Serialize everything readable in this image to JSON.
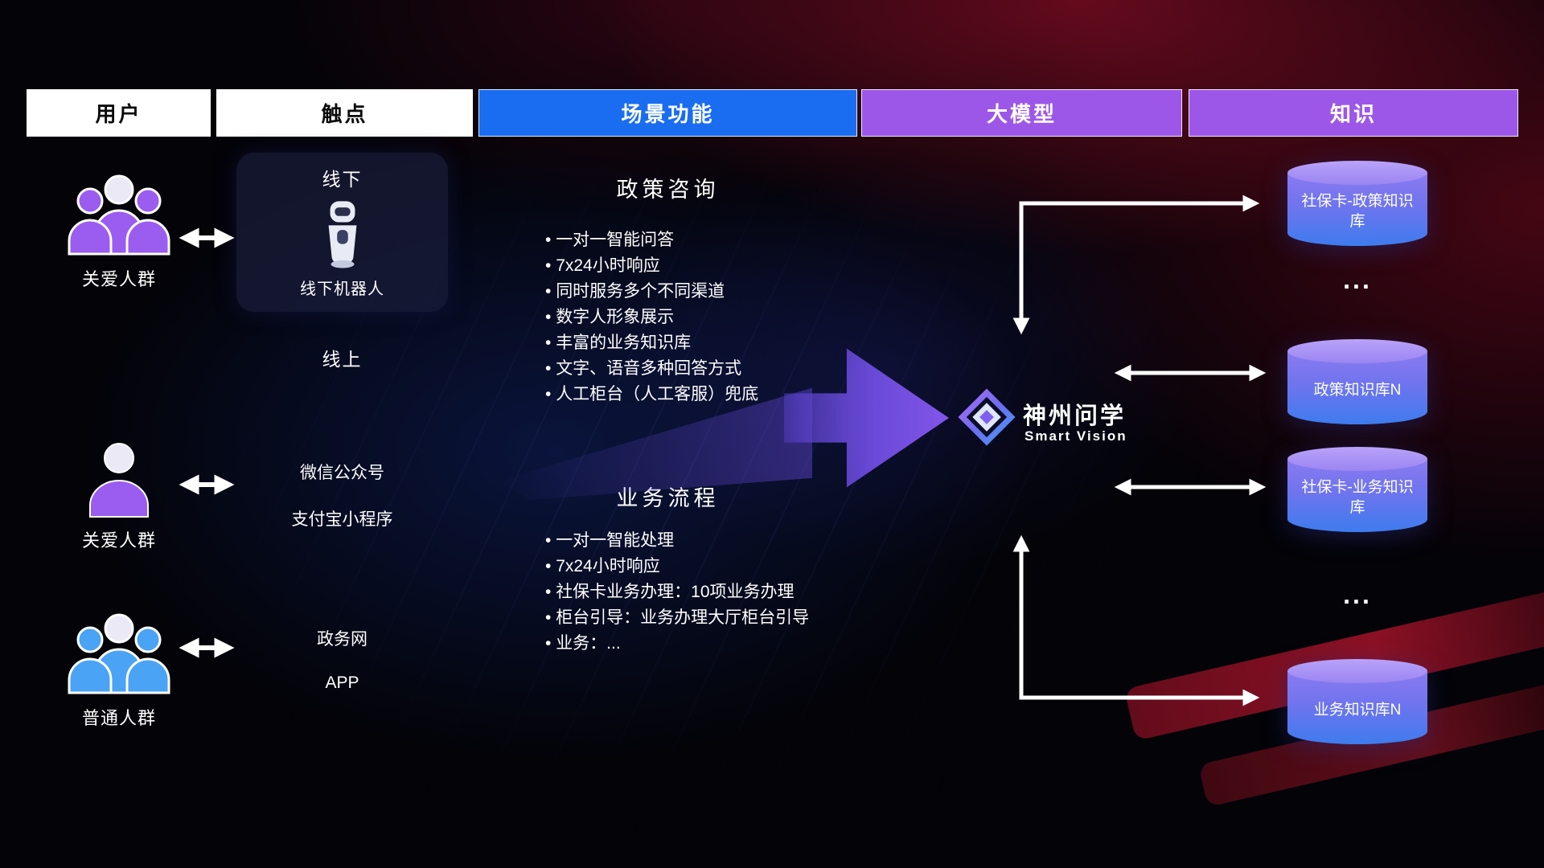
{
  "header": {
    "columns": [
      {
        "id": "users",
        "label": "用户"
      },
      {
        "id": "touchpoints",
        "label": "触点"
      },
      {
        "id": "scenarios",
        "label": "场景功能"
      },
      {
        "id": "model",
        "label": "大模型"
      },
      {
        "id": "knowledge",
        "label": "知识"
      }
    ]
  },
  "users": {
    "groups": [
      {
        "label": "关爱人群",
        "icon": "people-group-icon",
        "color": "#9b5cf0"
      },
      {
        "label": "关爱人群",
        "icon": "person-icon",
        "color": "#9b5cf0"
      },
      {
        "label": "普通人群",
        "icon": "people-group-icon",
        "color": "#4aa3f5"
      }
    ]
  },
  "touchpoints": {
    "offline": {
      "title": "线下",
      "robot_icon": "robot-icon",
      "caption": "线下机器人"
    },
    "online_title": "线上",
    "online_items": [
      "微信公众号",
      "支付宝小程序",
      "政务网",
      "APP"
    ]
  },
  "scenarios": {
    "policy": {
      "title": "政策咨询",
      "items": [
        "一对一智能问答",
        "7x24小时响应",
        "同时服务多个不同渠道",
        "数字人形象展示",
        "丰富的业务知识库",
        "文字、语音多种回答方式",
        "人工柜台（人工客服）兜底"
      ]
    },
    "business": {
      "title": "业务流程",
      "items": [
        "一对一智能处理",
        "7x24小时响应",
        "社保卡业务办理：10项业务办理",
        "柜台引导：业务办理大厅柜台引导",
        "业务：..."
      ]
    }
  },
  "model": {
    "brand": "神州问学",
    "subtitle": "Smart Vision"
  },
  "knowledge": {
    "databases": [
      {
        "label": "社保卡-政策知识库"
      },
      {
        "label": "政策知识库N"
      },
      {
        "label": "社保卡-业务知识库"
      },
      {
        "label": "业务知识库N"
      }
    ],
    "ellipsis": "..."
  },
  "colors": {
    "header_blue": "#1a6df0",
    "header_purple": "#9d57e8",
    "user_purple": "#9b5cf0",
    "user_blue": "#4aa3f5",
    "cylinder_top": "#b9a2f9",
    "cylinder_body_top": "#8b7af0",
    "cylinder_body_bottom": "#3e7cee",
    "big_arrow_purple": "#6a4ad8",
    "connector_white": "#ffffff",
    "bg_red_glow": "#9c1228",
    "bg_blue_glow": "#1e46d2"
  }
}
